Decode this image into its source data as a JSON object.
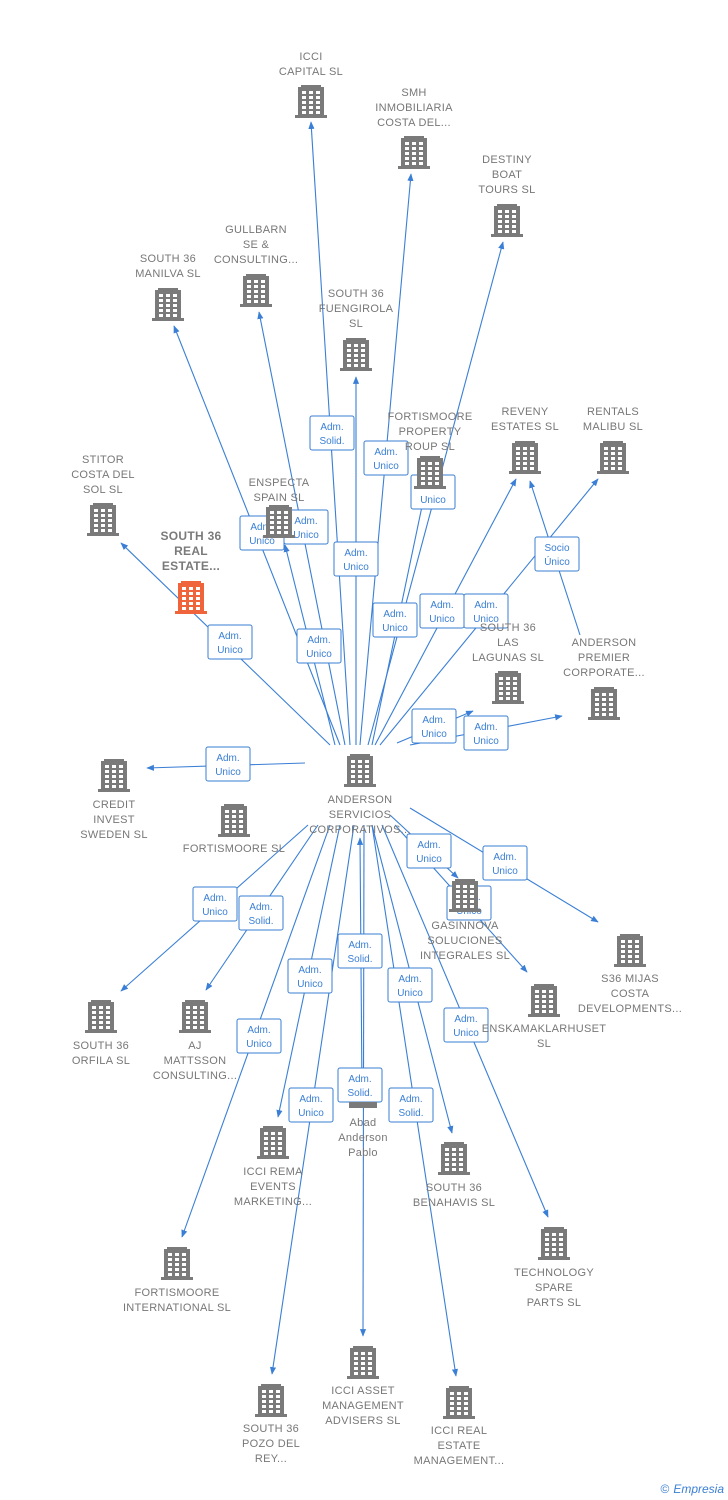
{
  "colors": {
    "edge": "#3a7fd5",
    "building": "#7a7a7a",
    "highlight": "#f0643c",
    "label": "#777777"
  },
  "footer": {
    "copyright": "©",
    "brand": "Empresia"
  },
  "center_node": "anderson",
  "nodes": [
    {
      "id": "icci_capital",
      "lines": [
        "ICCI",
        "CAPITAL  SL"
      ]
    },
    {
      "id": "smh",
      "lines": [
        "SMH",
        "INMOBILIARIA",
        "COSTA DEL..."
      ]
    },
    {
      "id": "destiny",
      "lines": [
        "DESTINY",
        "BOAT",
        "TOURS  SL"
      ]
    },
    {
      "id": "gullbarn",
      "lines": [
        "GULLBARN",
        "SE &",
        "CONSULTING..."
      ]
    },
    {
      "id": "manilva",
      "lines": [
        "SOUTH 36",
        "MANILVA  SL"
      ]
    },
    {
      "id": "fuengirola",
      "lines": [
        "SOUTH 36",
        "FUENGIROLA",
        "SL"
      ]
    },
    {
      "id": "fortis_prop",
      "lines": [
        "FORTISMOORE",
        "PROPERTY",
        "ROUP SL"
      ]
    },
    {
      "id": "reveny",
      "lines": [
        "REVENY",
        "ESTATES  SL"
      ]
    },
    {
      "id": "rentals",
      "lines": [
        "RENTALS",
        "MALIBU  SL"
      ]
    },
    {
      "id": "stitor",
      "lines": [
        "STITOR",
        "COSTA DEL",
        "SOL  SL"
      ]
    },
    {
      "id": "enspecta",
      "lines": [
        "ENSPECTA",
        "SPAIN  SL"
      ]
    },
    {
      "id": "s36_real",
      "lines": [
        "SOUTH 36",
        "REAL",
        "ESTATE..."
      ]
    },
    {
      "id": "lagunas",
      "lines": [
        "SOUTH 36",
        "LAS",
        "LAGUNAS  SL"
      ]
    },
    {
      "id": "anderson_premier",
      "lines": [
        "ANDERSON",
        "PREMIER",
        "CORPORATE..."
      ]
    },
    {
      "id": "credit",
      "lines": [
        "CREDIT",
        "INVEST",
        "SWEDEN  SL"
      ]
    },
    {
      "id": "fortis_sl",
      "lines": [
        "FORTISMOORE SL"
      ]
    },
    {
      "id": "anderson",
      "lines": [
        "ANDERSON",
        "SERVICIOS",
        "CORPORATIVOS..."
      ]
    },
    {
      "id": "gasinnova",
      "lines": [
        "GASINNOVA",
        "SOLUCIONES",
        "INTEGRALES SL"
      ]
    },
    {
      "id": "s36_mijas",
      "lines": [
        "S36 MIJAS",
        "COSTA",
        "DEVELOPMENTS..."
      ]
    },
    {
      "id": "orfila",
      "lines": [
        "SOUTH 36",
        "ORFILA  SL"
      ]
    },
    {
      "id": "aj",
      "lines": [
        "AJ",
        "MATTSSON",
        "CONSULTING..."
      ]
    },
    {
      "id": "enskam",
      "lines": [
        "ENSKAMAKLARHUSET",
        "SL"
      ]
    },
    {
      "id": "abad",
      "lines": [
        "Abad",
        "Anderson",
        "Pablo"
      ]
    },
    {
      "id": "icci_rema",
      "lines": [
        "ICCI REMA",
        "EVENTS",
        "MARKETING..."
      ]
    },
    {
      "id": "benahavis",
      "lines": [
        "SOUTH 36",
        "BENAHAVIS  SL"
      ]
    },
    {
      "id": "technology",
      "lines": [
        "TECHNOLOGY",
        "SPARE",
        "PARTS  SL"
      ]
    },
    {
      "id": "fortis_intl",
      "lines": [
        "FORTISMOORE",
        "INTERNATIONAL SL"
      ]
    },
    {
      "id": "icci_asset",
      "lines": [
        "ICCI ASSET",
        "MANAGEMENT",
        "ADVISERS  SL"
      ]
    },
    {
      "id": "pozo",
      "lines": [
        "SOUTH 36",
        "POZO DEL",
        "REY..."
      ]
    },
    {
      "id": "icci_real",
      "lines": [
        "ICCI REAL",
        "ESTATE",
        "MANAGEMENT..."
      ]
    }
  ],
  "edges": [
    {
      "label": [
        "Adm.",
        "Solid."
      ],
      "from": "anderson",
      "to": "icci_capital"
    },
    {
      "label": [
        "Adm.",
        "Unico"
      ],
      "from": "anderson",
      "to": "smh"
    },
    {
      "label": [
        "Adm.",
        "Unico"
      ],
      "from": "anderson",
      "to": "destiny"
    },
    {
      "label": [
        "Adm.",
        "Unico"
      ],
      "from": "anderson",
      "to": "gullbarn"
    },
    {
      "label": [
        "Adm.",
        "Unico"
      ],
      "from": "anderson",
      "to": "manilva"
    },
    {
      "label": [
        "Adm.",
        "Unico"
      ],
      "from": "anderson",
      "to": "fuengirola"
    },
    {
      "label": [
        "Adm.",
        "Unico"
      ],
      "from": "anderson",
      "to": "fortis_prop"
    },
    {
      "label": [
        "Adm.",
        "Unico"
      ],
      "from": "anderson",
      "to": "reveny"
    },
    {
      "label": [
        "Adm.",
        "Unico"
      ],
      "from": "anderson",
      "to": "rentals"
    },
    {
      "label": [
        "Socio",
        "Único"
      ],
      "from": "anderson_premier",
      "to": "reveny"
    },
    {
      "label": [
        "Adm.",
        "Unico"
      ],
      "from": "anderson",
      "to": "stitor"
    },
    {
      "label": [
        "Adm.",
        "Unico"
      ],
      "from": "anderson",
      "to": "enspecta"
    },
    {
      "label": [
        "Adm.",
        "Unico"
      ],
      "from": "anderson",
      "to": "lagunas"
    },
    {
      "label": [
        "Adm.",
        "Unico"
      ],
      "from": "anderson",
      "to": "anderson_premier"
    },
    {
      "label": [
        "Adm.",
        "Unico"
      ],
      "from": "anderson",
      "to": "credit"
    },
    {
      "label": [
        "Adm.",
        "Unico"
      ],
      "from": "anderson",
      "to": "gasinnova"
    },
    {
      "label": [
        "Adm.",
        "Unico"
      ],
      "from": "anderson",
      "to": "s36_mijas"
    },
    {
      "label": [
        "Adm.",
        "Unico"
      ],
      "from": "anderson",
      "to": "orfila"
    },
    {
      "label": [
        "Adm.",
        "Solid."
      ],
      "from": "anderson",
      "to": "aj"
    },
    {
      "label": [
        "Adm.",
        "Unico"
      ],
      "from": "anderson",
      "to": "enskam"
    },
    {
      "label": [
        "Adm.",
        "Solid."
      ],
      "from": "abad",
      "to": "anderson"
    },
    {
      "label": [
        "Adm.",
        "Unico"
      ],
      "from": "anderson",
      "to": "icci_rema"
    },
    {
      "label": [
        "Adm.",
        "Unico"
      ],
      "from": "anderson",
      "to": "benahavis"
    },
    {
      "label": [
        "Adm.",
        "Unico"
      ],
      "from": "anderson",
      "to": "technology"
    },
    {
      "label": [
        "Adm.",
        "Unico"
      ],
      "from": "anderson",
      "to": "fortis_intl"
    },
    {
      "label": [
        "Adm.",
        "Solid."
      ],
      "from": "anderson",
      "to": "icci_asset"
    },
    {
      "label": [
        "Adm.",
        "Unico"
      ],
      "from": "anderson",
      "to": "pozo"
    },
    {
      "label": [
        "Adm.",
        "Solid."
      ],
      "from": "anderson",
      "to": "icci_real"
    }
  ]
}
